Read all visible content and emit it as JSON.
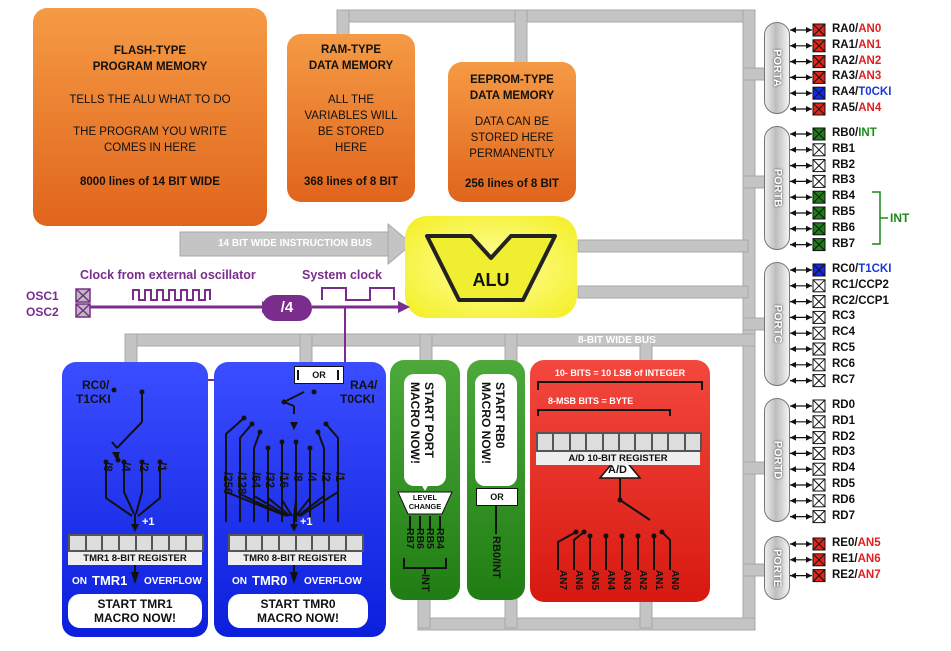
{
  "memory": {
    "flash": {
      "title_line1": "FLASH-TYPE",
      "title_line2": "PROGRAM MEMORY",
      "desc1": "TELLS THE ALU WHAT TO DO",
      "desc2_line1": "THE PROGRAM YOU WRITE",
      "desc2_line2": "COMES IN HERE",
      "size": "8000 lines of 14 BIT WIDE"
    },
    "ram": {
      "title_line1": "RAM-TYPE",
      "title_line2": "DATA MEMORY",
      "desc_line1": "ALL THE",
      "desc_line2": "VARIABLES WILL",
      "desc_line3": "BE STORED",
      "desc_line4": "HERE",
      "size": "368 lines of 8 BIT"
    },
    "eeprom": {
      "title_line1": "EEPROM-TYPE",
      "title_line2": "DATA MEMORY",
      "desc_line1": "DATA CAN BE",
      "desc_line2": "STORED HERE",
      "desc_line3": "PERMANENTLY",
      "size": "256 lines of 8 BIT"
    }
  },
  "buses": {
    "instruction": "14 BIT WIDE INSTRUCTION BUS",
    "data": "8-BIT WIDE BUS"
  },
  "alu": {
    "label": "ALU"
  },
  "clock": {
    "external": "Clock from external oscillator",
    "system": "System clock",
    "osc1": "OSC1",
    "osc2": "OSC2",
    "divider": "/4"
  },
  "tmr1": {
    "input_line1": "RC0/",
    "input_line2": "T1CKI",
    "dividers": [
      "/8",
      "/4",
      "/2",
      "/1"
    ],
    "plus": "+1",
    "register": "TMR1 8-BIT REGISTER",
    "overflow_on": "ON",
    "overflow_name": "TMR1",
    "overflow_word": "OVERFLOW",
    "macro_line1": "START TMR1",
    "macro_line2": "MACRO NOW!"
  },
  "tmr0": {
    "input_line1": "RA4/",
    "input_line2": "T0CKI",
    "or_label": "OR",
    "dividers": [
      "/256",
      "/128",
      "/64",
      "/32",
      "/16",
      "/8",
      "/4",
      "/2",
      "/1"
    ],
    "plus": "+1",
    "register": "TMR0 8-BIT REGISTER",
    "overflow_on": "ON",
    "overflow_name": "TMR0",
    "overflow_word": "OVERFLOW",
    "macro_line1": "START TMR0",
    "macro_line2": "MACRO NOW!"
  },
  "portint": {
    "title_line1": "START PORT",
    "title_line2": "MACRO NOW!",
    "level_line1": "LEVEL",
    "level_line2": "CHANGE",
    "pins": [
      "RB7",
      "RB6",
      "RB5",
      "RB4"
    ],
    "int": "INT"
  },
  "rb0int": {
    "title_line1": "START RB0",
    "title_line2": "MACRO NOW!",
    "or_label": "OR",
    "pin": "RB0/INT"
  },
  "adc": {
    "top_label": "10- BITS = 10 LSB of INTEGER",
    "msb_label": "8-MSB BITS = BYTE",
    "register": "A/D 10-BIT REGISTER",
    "symbol": "A/D",
    "inputs": [
      "AN7",
      "AN6",
      "AN5",
      "AN4",
      "AN3",
      "AN2",
      "AN1",
      "AN0"
    ]
  },
  "ports": {
    "porta": {
      "name": "PORTA",
      "pins": [
        {
          "a": "RA0/",
          "b": "AN0",
          "c": "red"
        },
        {
          "a": "RA1/",
          "b": "AN1",
          "c": "red"
        },
        {
          "a": "RA2/",
          "b": "AN2",
          "c": "red"
        },
        {
          "a": "RA3/",
          "b": "AN3",
          "c": "red"
        },
        {
          "a": "RA4/",
          "b": "T0CKI",
          "c": "blue"
        },
        {
          "a": "RA5/",
          "b": "AN4",
          "c": "red"
        }
      ]
    },
    "portb": {
      "name": "PORTB",
      "int": "INT",
      "pins": [
        {
          "a": "RB0/",
          "b": "INT",
          "c": "green"
        },
        {
          "a": "RB1",
          "b": "",
          "c": "white"
        },
        {
          "a": "RB2",
          "b": "",
          "c": "white"
        },
        {
          "a": "RB3",
          "b": "",
          "c": "white"
        },
        {
          "a": "RB4",
          "b": "",
          "c": "green"
        },
        {
          "a": "RB5",
          "b": "",
          "c": "green"
        },
        {
          "a": "RB6",
          "b": "",
          "c": "green"
        },
        {
          "a": "RB7",
          "b": "",
          "c": "green"
        }
      ]
    },
    "portc": {
      "name": "PORTC",
      "pins": [
        {
          "a": "RC0/",
          "b": "T1CKI",
          "c": "blue"
        },
        {
          "a": "RC1/CCP2",
          "b": "",
          "c": "white"
        },
        {
          "a": "RC2/CCP1",
          "b": "",
          "c": "white"
        },
        {
          "a": "RC3",
          "b": "",
          "c": "white"
        },
        {
          "a": "RC4",
          "b": "",
          "c": "white"
        },
        {
          "a": "RC5",
          "b": "",
          "c": "white"
        },
        {
          "a": "RC6",
          "b": "",
          "c": "white"
        },
        {
          "a": "RC7",
          "b": "",
          "c": "white"
        }
      ]
    },
    "portd": {
      "name": "PORTD",
      "pins": [
        {
          "a": "RD0",
          "b": "",
          "c": "white"
        },
        {
          "a": "RD1",
          "b": "",
          "c": "white"
        },
        {
          "a": "RD2",
          "b": "",
          "c": "white"
        },
        {
          "a": "RD3",
          "b": "",
          "c": "white"
        },
        {
          "a": "RD4",
          "b": "",
          "c": "white"
        },
        {
          "a": "RD5",
          "b": "",
          "c": "white"
        },
        {
          "a": "RD6",
          "b": "",
          "c": "white"
        },
        {
          "a": "RD7",
          "b": "",
          "c": "white"
        }
      ]
    },
    "porte": {
      "name": "PORTE",
      "pins": [
        {
          "a": "RE0/",
          "b": "AN5",
          "c": "red"
        },
        {
          "a": "RE1/",
          "b": "AN6",
          "c": "red"
        },
        {
          "a": "RE2/",
          "b": "AN7",
          "c": "red"
        }
      ]
    }
  },
  "colors": {
    "orange": "#ee7a2c",
    "blue": "#1328e8",
    "green": "#2e8b22",
    "red": "#e0251a",
    "purple": "#7a2d8c",
    "yellow": "#f6f23a",
    "bus": "#bdbdbd"
  }
}
